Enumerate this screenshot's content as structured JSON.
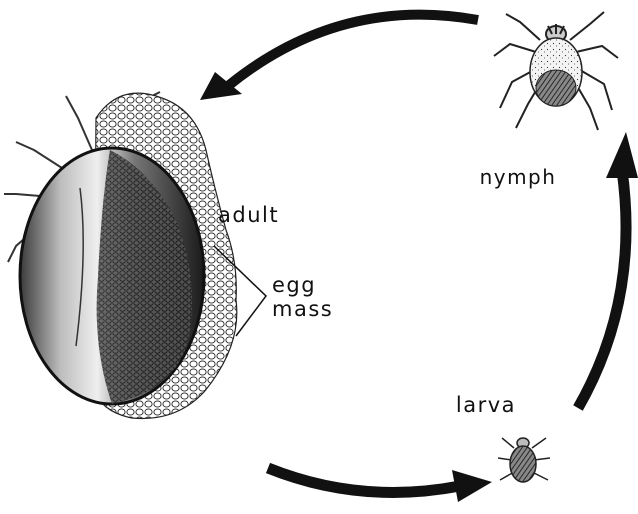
{
  "labels": {
    "nymph": "nymph",
    "adult": "adult",
    "egg_mass": [
      "egg",
      "mass"
    ],
    "larva": "larva"
  },
  "colors": {
    "ink": "#111111",
    "paper": "#ffffff",
    "shade": "#8a8a8a"
  },
  "icons": [
    "tick-nymph-icon",
    "tick-adult-icon",
    "egg-mass-icon",
    "tick-larva-icon",
    "cycle-arrow-icon"
  ]
}
